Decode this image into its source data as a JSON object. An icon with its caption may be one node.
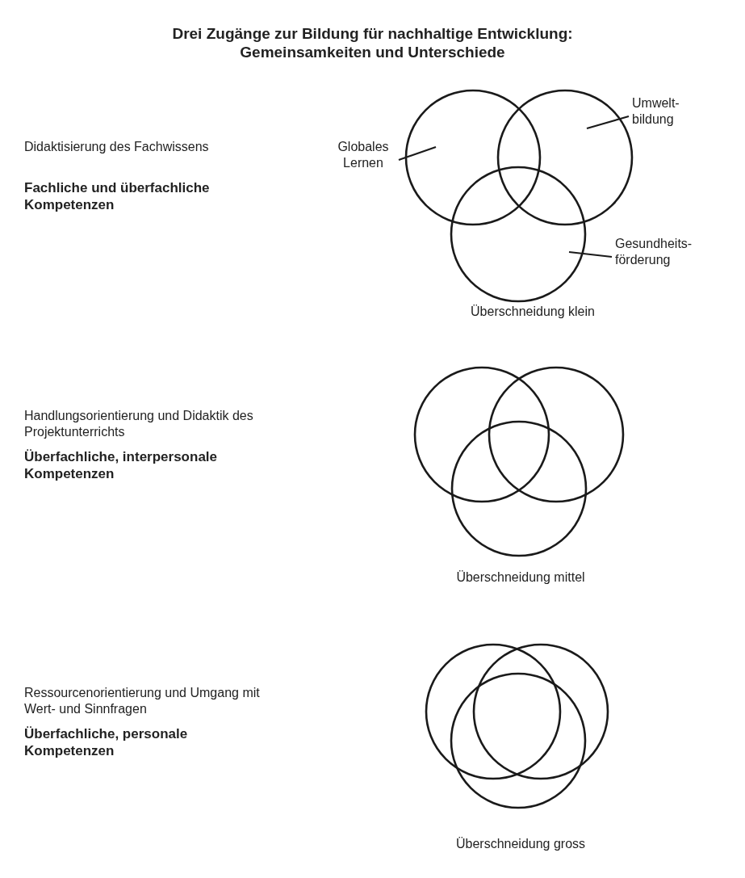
{
  "diagram": {
    "title": "Drei Zugänge zur Bildung für nachhaltige Entwicklung: Gemeinsamkeiten und Unterschiede",
    "nodes": [
      {
        "text": [
          "Globales Lernen"
        ]
      },
      {
        "text": [
          "Umwelt- bildung"
        ]
      },
      {
        "text": [],
        "shape": "circle"
      },
      {
        "text": [],
        "shape": "circle"
      },
      {
        "text": [],
        "shape": "circle"
      },
      {
        "text": [
          "Gesundheits- förderung"
        ]
      },
      {
        "text": [],
        "shape": "circle"
      },
      {
        "text": [],
        "shape": "circle"
      },
      {
        "text": [],
        "shape": "circle"
      },
      {
        "text": [],
        "shape": "circle"
      },
      {
        "text": [],
        "shape": "circle"
      },
      {
        "text": [],
        "shape": "circle"
      }
    ],
    "edges": [
      {
        "from": 0,
        "to": 2,
        "arrow": "none"
      },
      {
        "from": 1,
        "to": 3,
        "arrow": "none"
      },
      {
        "from": 5,
        "to": 4,
        "arrow": "none"
      }
    ],
    "labels": [
      "Didaktisierung des Fachwissens",
      "Fachliche und überfachliche Kompetenzen",
      "Überschneidung klein",
      "Handlungsorientierung und Didaktik des Projektunterrichts",
      "Überfachliche, interpersonale Kompetenzen",
      "Überschneidung mittel",
      "Ressourcenorientierung und Umgang mit Wert- und Sinnfragen",
      "Überfachliche, personale Kompetenzen",
      "Überschneidung gross"
    ]
  }
}
